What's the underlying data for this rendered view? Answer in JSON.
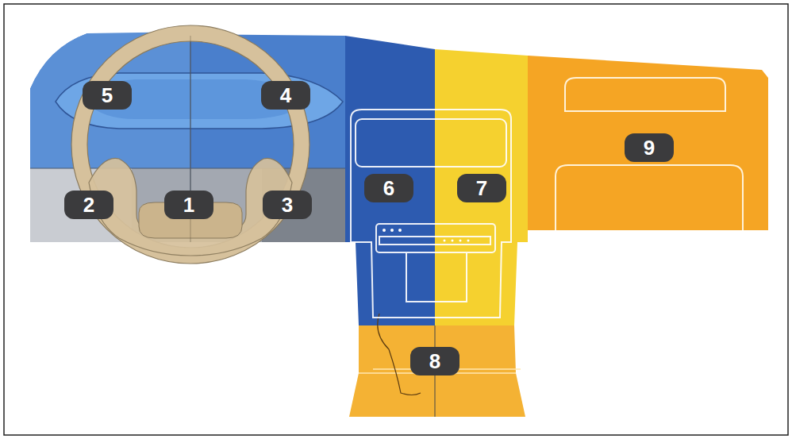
{
  "diagram": {
    "labels": [
      "5",
      "4",
      "9",
      "6",
      "7",
      "2",
      "1",
      "3",
      "8"
    ]
  }
}
